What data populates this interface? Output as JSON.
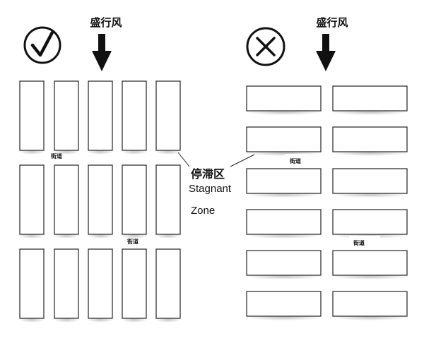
{
  "left_panel": {
    "verdict_icon": "check-circle-icon",
    "wind_label": "盛行风",
    "wind_icon": "arrow-down-icon",
    "street_labels": [
      "街道",
      "街道"
    ]
  },
  "right_panel": {
    "verdict_icon": "cross-circle-icon",
    "wind_label": "盛行风",
    "wind_icon": "arrow-down-icon",
    "street_labels": [
      "街道",
      "街道"
    ]
  },
  "stagnant_zone": {
    "label_cn": "停滞区",
    "label_en_line1": "Stagnant",
    "label_en_line2": "Zone"
  },
  "colors": {
    "stroke": "#222222",
    "shadow": "#cfcfcf",
    "background": "#ffffff"
  }
}
